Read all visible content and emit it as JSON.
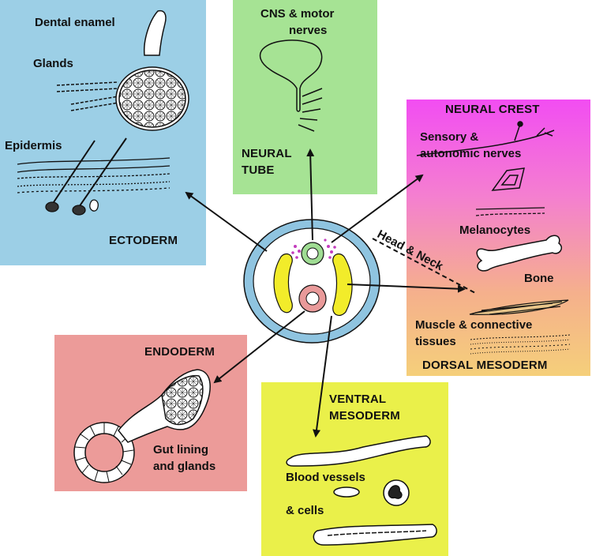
{
  "colors": {
    "ectoderm": "#9ccfe6",
    "neural_tube": "#a6e394",
    "neural_crest_top": "#f24df2",
    "neural_crest_bottom": "#f5c97a",
    "endoderm": "#ec9b99",
    "ventral_mesoderm": "#eaf04a",
    "embryo_ring": "#8fc4e0",
    "somite": "#f2ec2a",
    "gut": "#e99a9a",
    "neural_core": "#9fdc93"
  },
  "ectoderm": {
    "title": "ECTODERM",
    "labels": [
      "Dental enamel",
      "Glands",
      "Epidermis"
    ]
  },
  "neural_tube": {
    "title_line1": "NEURAL",
    "title_line2": "TUBE",
    "label_line1": "CNS & motor",
    "label_line2": "nerves"
  },
  "neural_crest": {
    "title": "NEURAL CREST",
    "sensory_line1": "Sensory &",
    "sensory_line2": "autonomic nerves",
    "melanocytes": "Melanocytes",
    "bone": "Bone",
    "muscle_line1": "Muscle & connective",
    "muscle_line2": "tissues",
    "dorsal_mesoderm": "DORSAL MESODERM",
    "head_neck": "Head & Neck"
  },
  "endoderm": {
    "title": "ENDODERM",
    "label_line1": "Gut lining",
    "label_line2": "and glands"
  },
  "ventral_mesoderm": {
    "title_line1": "VENTRAL",
    "title_line2": "MESODERM",
    "label_line1": "Blood vessels",
    "label_line2": "& cells"
  }
}
